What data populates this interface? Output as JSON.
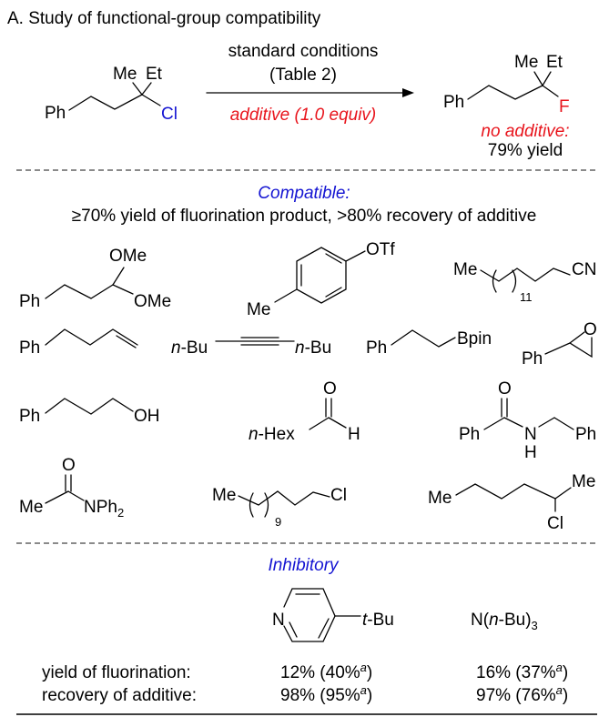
{
  "title": "A. Study of functional-group compatibility",
  "reaction": {
    "reactant": {
      "ph": "Ph",
      "me": "Me",
      "et": "Et",
      "cl": "Cl"
    },
    "conditions_top": "standard conditions",
    "conditions_ref": "(Table 2)",
    "conditions_bottom": "additive (1.0 equiv)",
    "product": {
      "ph": "Ph",
      "me": "Me",
      "et": "Et",
      "f": "F"
    },
    "no_additive_label": "no additive:",
    "no_additive_yield": "79% yield"
  },
  "compatible": {
    "heading": "Compatible:",
    "criteria": "≥70% yield of fluorination product, >80% recovery of additive",
    "acetal": {
      "ph": "Ph",
      "ome1": "OMe",
      "ome2": "OMe"
    },
    "aryl_triflate": {
      "otf": "OTf",
      "me": "Me"
    },
    "nitrile": {
      "me": "Me",
      "n": "11",
      "cn": "CN"
    },
    "alkene": {
      "ph": "Ph"
    },
    "alkyne": {
      "left": "n-Bu",
      "right": "n-Bu"
    },
    "boronate": {
      "ph": "Ph",
      "bpin": "Bpin"
    },
    "epoxide": {
      "ph": "Ph",
      "o": "O"
    },
    "alcohol": {
      "ph": "Ph",
      "oh": "OH"
    },
    "aldehyde": {
      "hex": "n-Hex",
      "o": "O",
      "h": "H"
    },
    "benzamide": {
      "ph1": "Ph",
      "o": "O",
      "n": "N",
      "h": "H",
      "ph2": "Ph"
    },
    "acetamide": {
      "o": "O",
      "me": "Me",
      "nph": "NPh",
      "sub": "2"
    },
    "alkyl_chloride": {
      "me": "Me",
      "n": "9",
      "cl": "Cl"
    },
    "sec_chloride": {
      "me1": "Me",
      "me2": "Me",
      "cl": "Cl"
    }
  },
  "inhibitory": {
    "heading": "Inhibitory",
    "pyridine": {
      "n": "N",
      "tbu": "t-Bu"
    },
    "amine": {
      "main": "N(n-Bu)",
      "sub": "3"
    },
    "rows": [
      {
        "label": "yield of fluorination:",
        "pyridine": {
          "value": "12% (",
          "paren": "40%",
          "note": "a",
          "close": ")"
        },
        "amine": {
          "value": "16% (",
          "paren": "37%",
          "note": "a",
          "close": ")"
        }
      },
      {
        "label": "recovery of additive:",
        "pyridine": {
          "value": "98% (",
          "paren": "95%",
          "note": "a",
          "close": ")"
        },
        "amine": {
          "value": "97% (",
          "paren": "76%",
          "note": "a",
          "close": ")"
        }
      }
    ]
  },
  "colors": {
    "red": "#e8141c",
    "blue": "#1414d2"
  }
}
